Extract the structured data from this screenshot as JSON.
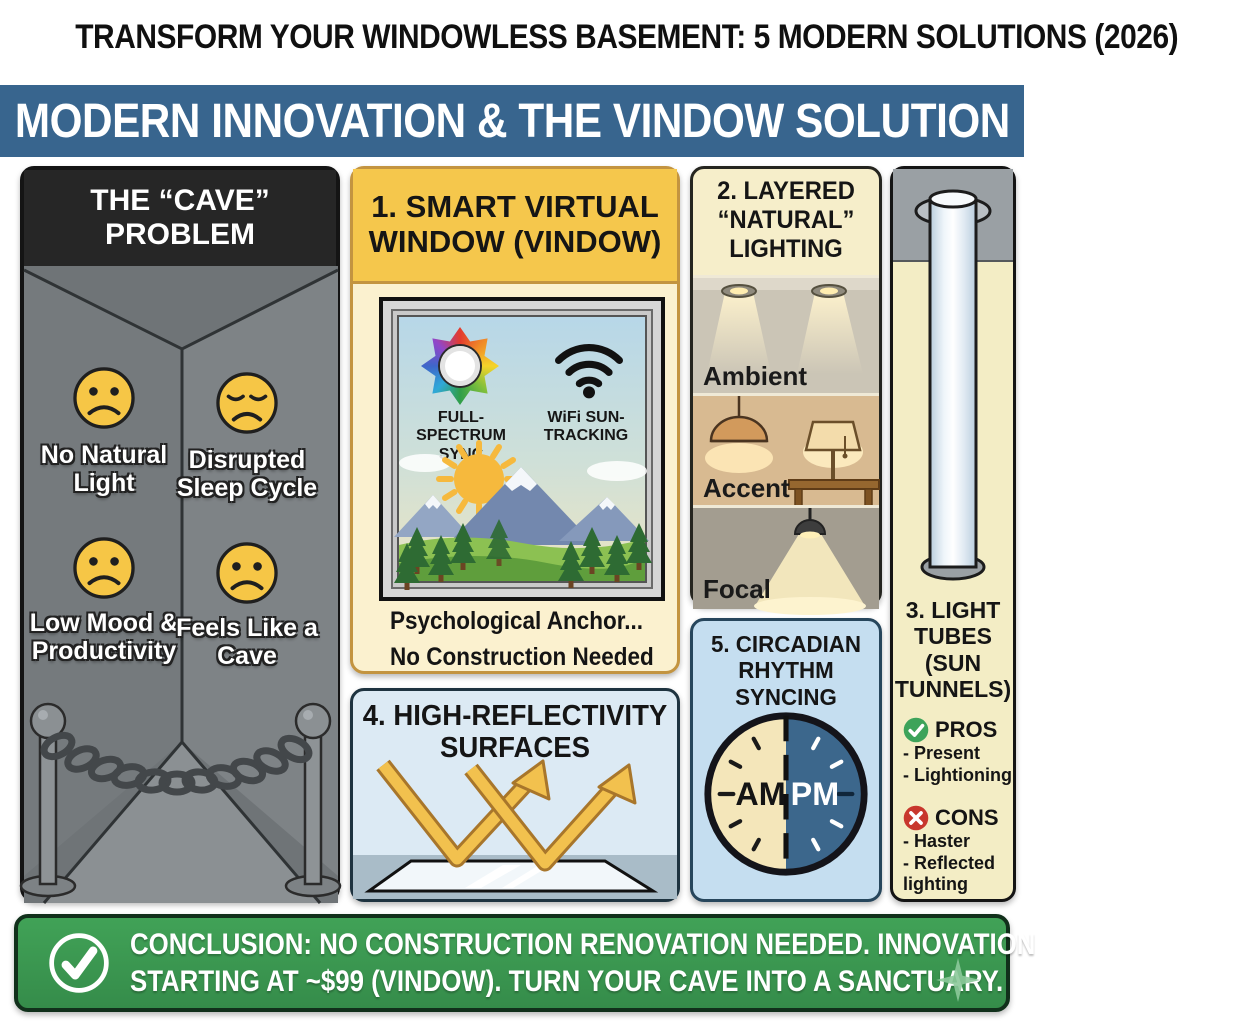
{
  "header": {
    "title": "TRANSFORM YOUR WINDOWLESS BASEMENT: 5 MODERN SOLUTIONS (2026)"
  },
  "banner": {
    "title": "MODERN INNOVATION & THE VINDOW SOLUTION",
    "bg_color": "#38658e"
  },
  "cave_panel": {
    "title": "THE “CAVE” PROBLEM",
    "items": [
      {
        "label": "No Natural Light",
        "mood": "sad-face-icon"
      },
      {
        "label": "Disrupted Sleep Cycle",
        "mood": "weary-face-icon"
      },
      {
        "label": "Low Mood & Productivity",
        "mood": "sad-face-icon"
      },
      {
        "label": "Feels Like a Cave",
        "mood": "sad-face-icon"
      }
    ]
  },
  "solution1": {
    "title": "1. SMART VIRTUAL WINDOW (VINDOW)",
    "header_color": "#f5c74c",
    "features": [
      {
        "icon": "spectrum-sun-icon",
        "label": "FULL-SPECTRUM SYNC"
      },
      {
        "icon": "wifi-icon",
        "label": "WiFi SUN-TRACKING"
      }
    ],
    "bullets": [
      "Psychological Anchor...",
      "No Construction Needed"
    ]
  },
  "solution2": {
    "title": "2. LAYERED “NATURAL” LIGHTING",
    "layers": [
      "Ambient",
      "Accent",
      "Focal"
    ]
  },
  "solution3": {
    "title": "3. LIGHT TUBES (SUN TUNNELS)",
    "pros_label": "PROS",
    "pros": [
      "- Present",
      "- Lightioning"
    ],
    "cons_label": "CONS",
    "cons": [
      "- Haster",
      "- Reflected lighting"
    ]
  },
  "solution4": {
    "title": "4. HIGH-REFLECTIVITY SURFACES"
  },
  "solution5": {
    "title": "5. CIRCADIAN RHYTHM SYNCING",
    "am_label": "AM",
    "pm_label": "PM"
  },
  "conclusion": {
    "line1": "CONCLUSION: NO CONSTRUCTION RENOVATION NEEDED. INNOVATION",
    "line2": "STARTING AT ~$99 (VINDOW). TURN YOUR CAVE INTO A SANCTUARY.",
    "bg_color": "#3a9a51"
  }
}
